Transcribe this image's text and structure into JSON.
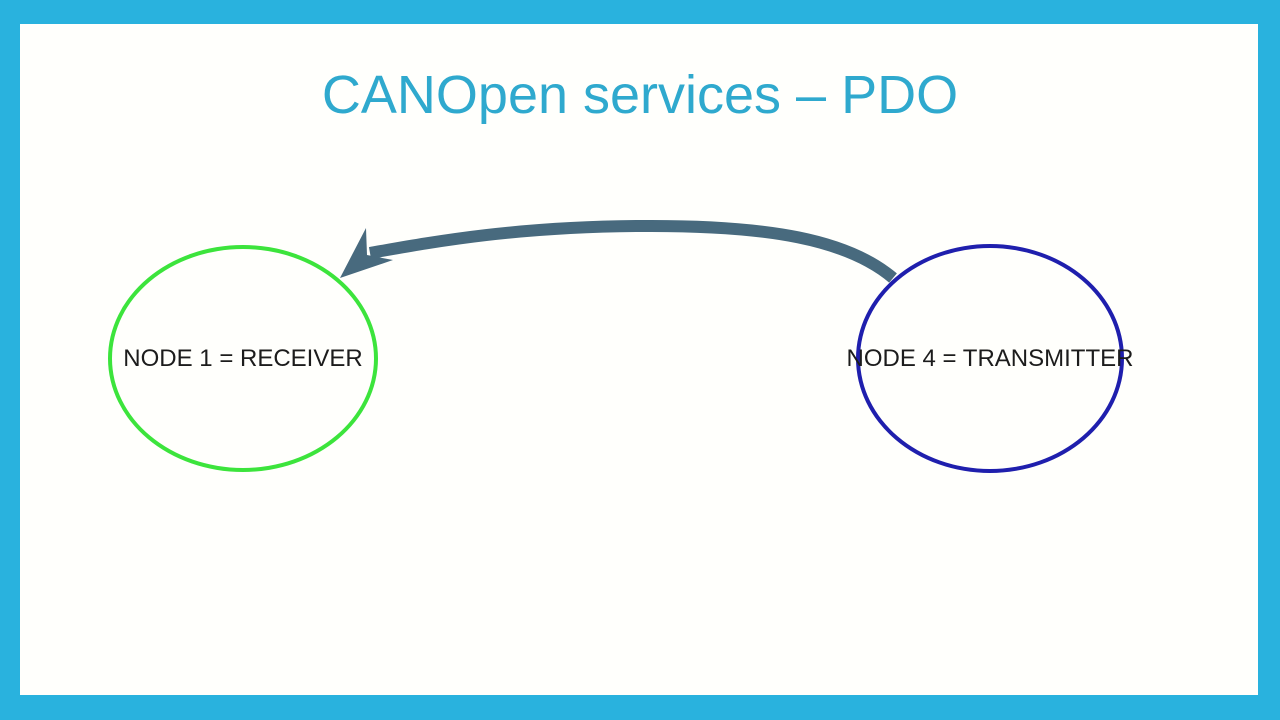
{
  "slide": {
    "title": "CANOpen services – PDO"
  },
  "colors": {
    "frame": "#29B2DE",
    "panel": "#FFFFFC",
    "title": "#2FA9CE",
    "node_text": "#1C1C1C"
  },
  "nodes": [
    {
      "label": "NODE 1 = RECEIVER",
      "border_color": "#3CE43C"
    },
    {
      "label": "NODE 4 = TRANSMITTER",
      "border_color": "#1F1FAD"
    }
  ],
  "arrow": {
    "direction": "node4-to-node1",
    "color": "#486A7E"
  }
}
